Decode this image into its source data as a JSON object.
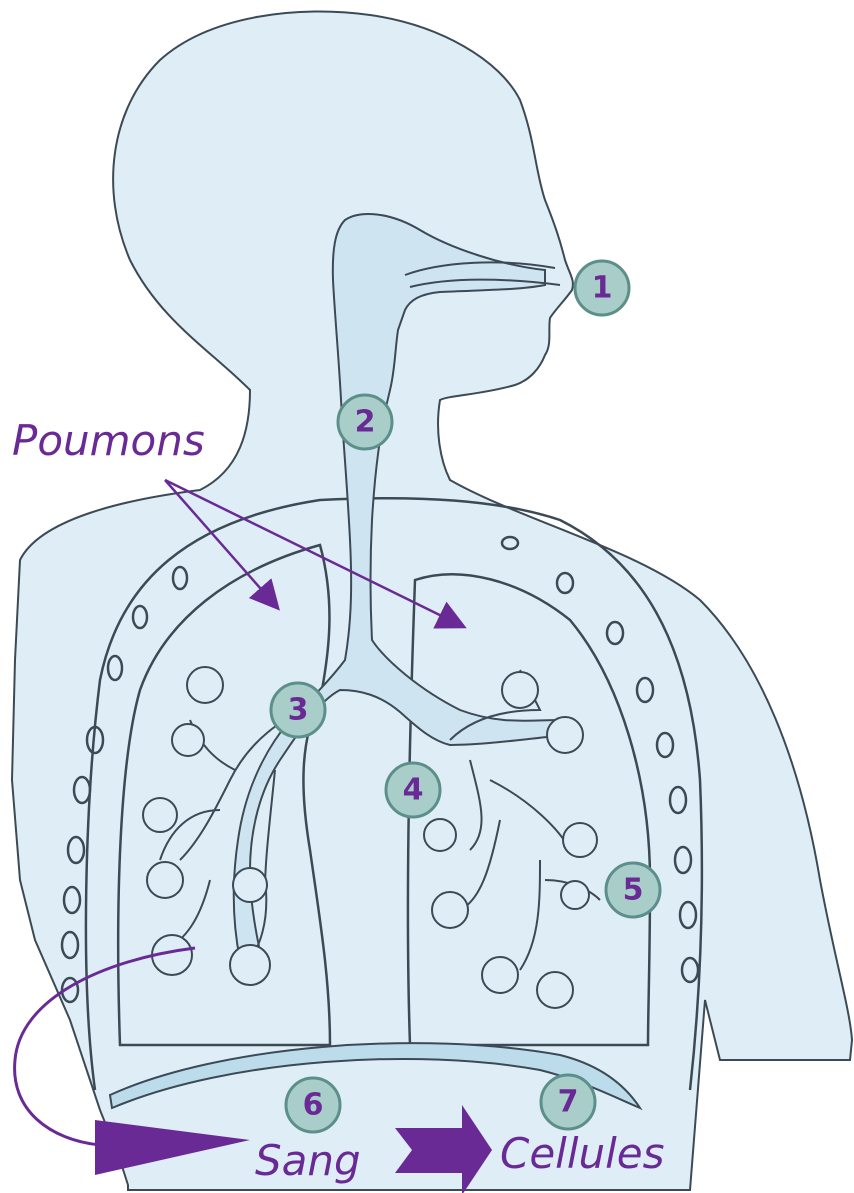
{
  "labels": {
    "lungs": "Poumons",
    "blood": "Sang",
    "cells": "Cellules"
  },
  "markers": {
    "m1": "1",
    "m2": "2",
    "m3": "3",
    "m4": "4",
    "m5": "5",
    "m6": "6",
    "m7": "7"
  },
  "colors": {
    "body_fill": "#dfeef6",
    "airway_fill": "#cfe4f1",
    "outline": "#3c4a55",
    "accent": "#6a2a96",
    "badge_fill": "#a9cdc9",
    "badge_stroke": "#5c8f8a",
    "diaphragm": "#bcdcec"
  }
}
